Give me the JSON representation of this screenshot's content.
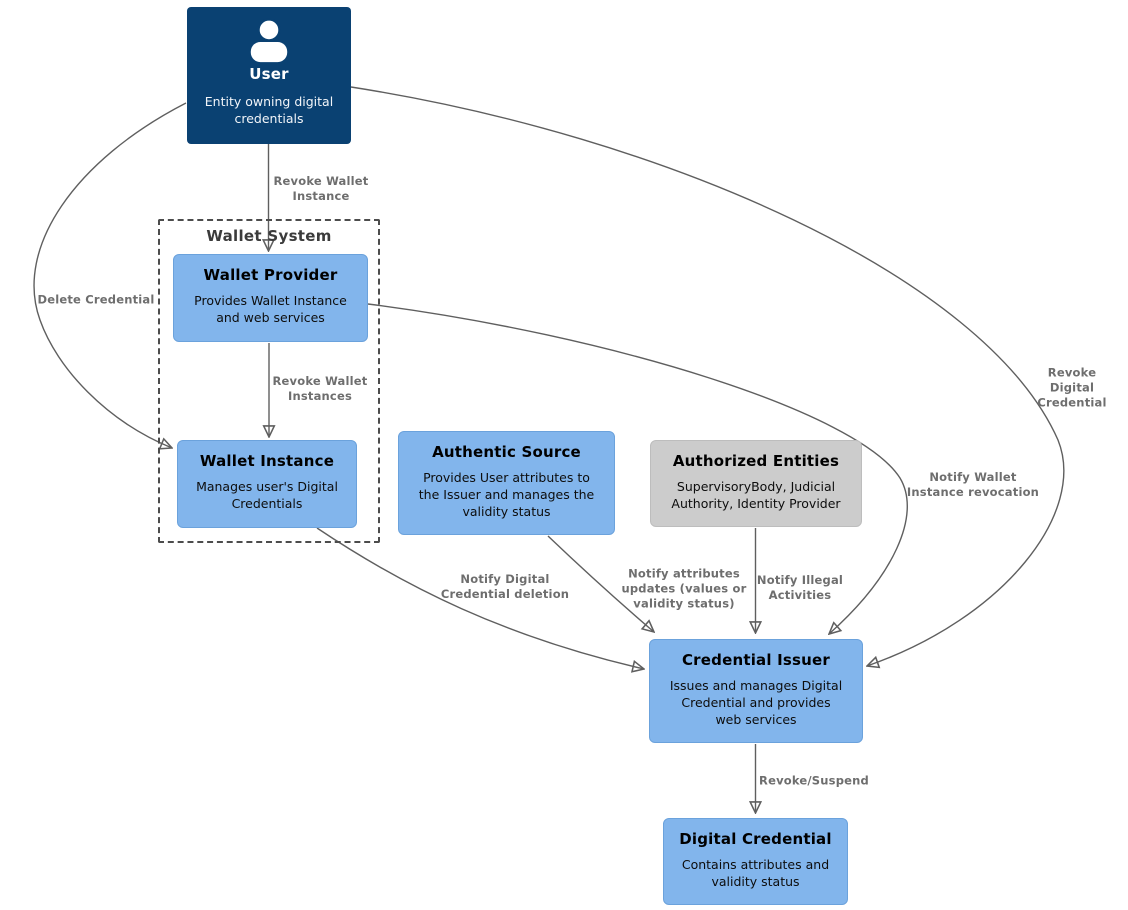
{
  "diagram": {
    "group_title": "Wallet System",
    "colors": {
      "user_box": "#0a4172",
      "entity_box_blue": "#82b5ec",
      "entity_box_gray": "#cccccc",
      "edge_line": "#5f5f5f",
      "edge_label_text": "#6e6e6e"
    },
    "nodes": {
      "user": {
        "title": "User",
        "desc": "Entity owning digital\ncredentials",
        "icon": "person-icon"
      },
      "wallet_provider": {
        "title": "Wallet Provider",
        "desc": "Provides Wallet Instance\nand web services"
      },
      "wallet_instance": {
        "title": "Wallet Instance",
        "desc": "Manages user's Digital\nCredentials"
      },
      "authentic_source": {
        "title": "Authentic Source",
        "desc": "Provides User attributes to\nthe Issuer and manages the\nvalidity status"
      },
      "authorized_entities": {
        "title": "Authorized Entities",
        "desc": "SupervisoryBody, Judicial\nAuthority, Identity Provider"
      },
      "credential_issuer": {
        "title": "Credential Issuer",
        "desc": "Issues and manages Digital\nCredential and provides\nweb services"
      },
      "digital_credential": {
        "title": "Digital Credential",
        "desc": "Contains attributes and\nvalidity status"
      }
    },
    "edges": {
      "revoke_wallet_instance": {
        "from": "user",
        "to": "wallet_provider",
        "label": "Revoke Wallet\nInstance"
      },
      "revoke_wallet_instances": {
        "from": "wallet_provider",
        "to": "wallet_instance",
        "label": "Revoke Wallet\nInstances"
      },
      "delete_credential": {
        "from": "user",
        "to": "wallet_instance",
        "label": "Delete Credential"
      },
      "revoke_digital_credential": {
        "from": "user",
        "to": "credential_issuer",
        "label": "Revoke Digital\nCredential"
      },
      "notify_wallet_instance_revocation": {
        "from": "wallet_provider",
        "to": "credential_issuer",
        "label": "Notify Wallet\nInstance revocation"
      },
      "notify_digital_credential_deletion": {
        "from": "wallet_instance",
        "to": "credential_issuer",
        "label": "Notify Digital\nCredential deletion"
      },
      "notify_attributes_updates": {
        "from": "authentic_source",
        "to": "credential_issuer",
        "label": "Notify attributes\nupdates (values or\nvalidity status)"
      },
      "notify_illegal_activities": {
        "from": "authorized_entities",
        "to": "credential_issuer",
        "label": "Notify Illegal\nActivities"
      },
      "revoke_suspend": {
        "from": "credential_issuer",
        "to": "digital_credential",
        "label": "Revoke/Suspend"
      }
    }
  }
}
